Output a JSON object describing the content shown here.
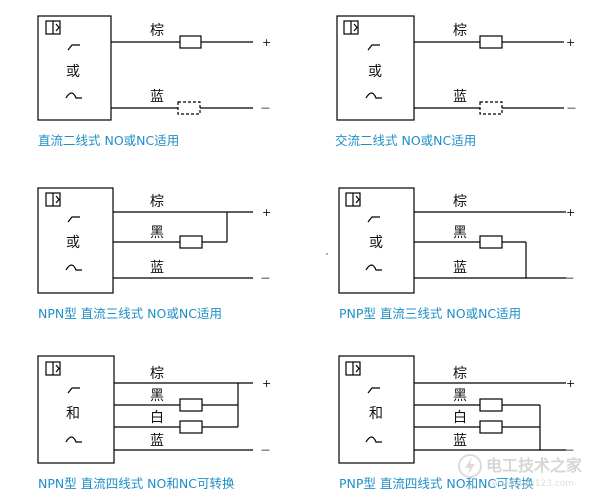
{
  "colors": {
    "line": "#000000",
    "caption": "#1d8fc8",
    "watermark": "#d0d0d0"
  },
  "symbols": {
    "no_contact": "⁄",
    "nc_contact": "⌒"
  },
  "panels": [
    {
      "id": "dc-2wire",
      "center": "或",
      "caption": "直流二线式  NO或NC适用",
      "wires": [
        {
          "label": "棕",
          "sign": "+"
        },
        {
          "label": "蓝",
          "sign": "－"
        }
      ]
    },
    {
      "id": "ac-2wire",
      "center": "或",
      "caption": "交流二线式  NO或NC适用",
      "wires": [
        {
          "label": "棕",
          "sign": "+"
        },
        {
          "label": "蓝",
          "sign": "－"
        }
      ]
    },
    {
      "id": "npn-3wire",
      "center": "或",
      "caption": "NPN型  直流三线式  NO或NC适用",
      "wires": [
        {
          "label": "棕",
          "sign": "+"
        },
        {
          "label": "黑"
        },
        {
          "label": "蓝",
          "sign": "－"
        }
      ]
    },
    {
      "id": "pnp-3wire",
      "center": "或",
      "caption": "PNP型  直流三线式  NO或NC适用",
      "wires": [
        {
          "label": "棕",
          "sign": "+"
        },
        {
          "label": "黑"
        },
        {
          "label": "蓝",
          "sign": "－"
        }
      ]
    },
    {
      "id": "npn-4wire",
      "center": "和",
      "caption": "NPN型  直流四线式  NO和NC可转换",
      "wires": [
        {
          "label": "棕",
          "sign": "+"
        },
        {
          "label": "黑"
        },
        {
          "label": "白"
        },
        {
          "label": "蓝",
          "sign": "－"
        }
      ]
    },
    {
      "id": "pnp-4wire",
      "center": "和",
      "caption": "PNP型  直流四线式  NO和NC可转换",
      "wires": [
        {
          "label": "棕",
          "sign": "+"
        },
        {
          "label": "黑"
        },
        {
          "label": "白"
        },
        {
          "label": "蓝",
          "sign": "－"
        }
      ]
    }
  ],
  "watermark": {
    "text": "电工技术之家",
    "sub": "www.dgjs123.com"
  }
}
